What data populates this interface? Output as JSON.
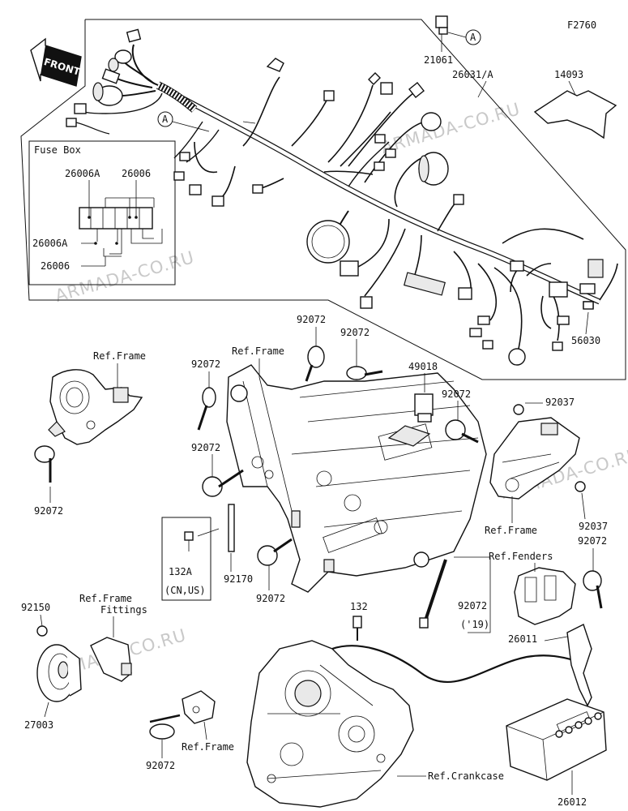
{
  "figure_code": "F2760",
  "front_label": "FRONT",
  "fuse_box_title": "Fuse Box",
  "ref_mark": "A",
  "watermark": "ARMADA-CO.RU",
  "labels": {
    "p21061": "21061",
    "p26031": "26031/A",
    "p14093": "14093",
    "p56030": "56030",
    "p26006A_top": "26006A",
    "p26006_top": "26006",
    "p26006A_left": "26006A",
    "p26006_bottom": "26006",
    "ref_frame_left": "Ref.Frame",
    "ref_frame_center": "Ref.Frame",
    "ref_frame_right": "Ref.Frame",
    "ref_frame_bottom": "Ref.Frame",
    "ref_frame_fittings_1": "Ref.Frame",
    "ref_frame_fittings_2": "Fittings",
    "ref_fenders": "Ref.Fenders",
    "ref_crankcase": "Ref.Crankcase",
    "p92072_left": "92072",
    "p92072_a": "92072",
    "p92072_b": "92072",
    "p92072_c": "92072",
    "p92072_d": "92072",
    "p92072_e": "92072",
    "p92072_f": "92072",
    "p92072_g": "92072",
    "p92072_19": "92072",
    "p92072_19_note": "('19)",
    "p92072_bottom": "92072",
    "p92037_top": "92037",
    "p92037_bottom": "92037",
    "p49018": "49018",
    "p132A": "132A",
    "p132A_note": "(CN,US)",
    "p92170": "92170",
    "p132": "132",
    "p92150": "92150",
    "p27003": "27003",
    "p26011": "26011",
    "p26012": "26012"
  }
}
